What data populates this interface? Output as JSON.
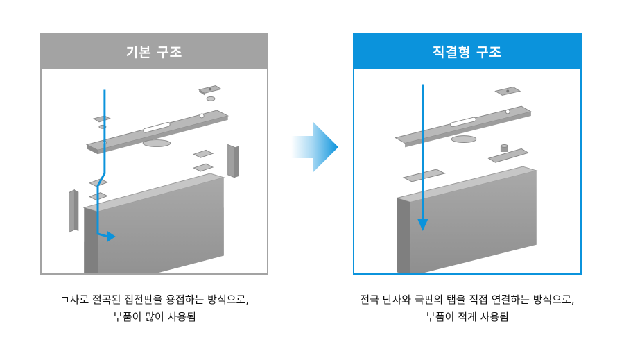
{
  "left_panel": {
    "title": "기본 구조",
    "caption_line1": "ㄱ자로 절곡된 집전판을 용접하는 방식으로,",
    "caption_line2": "부품이 많이 사용됨"
  },
  "right_panel": {
    "title": "직결형 구조",
    "caption_line1": "전극 단자와 극판의 탭을 직접 연결하는 방식으로,",
    "caption_line2": "부품이 적게 사용됨"
  },
  "colors": {
    "basic_gray": "#a3a3a3",
    "accent_blue": "#0b93dc",
    "part_gray": "#9a9a9a"
  }
}
